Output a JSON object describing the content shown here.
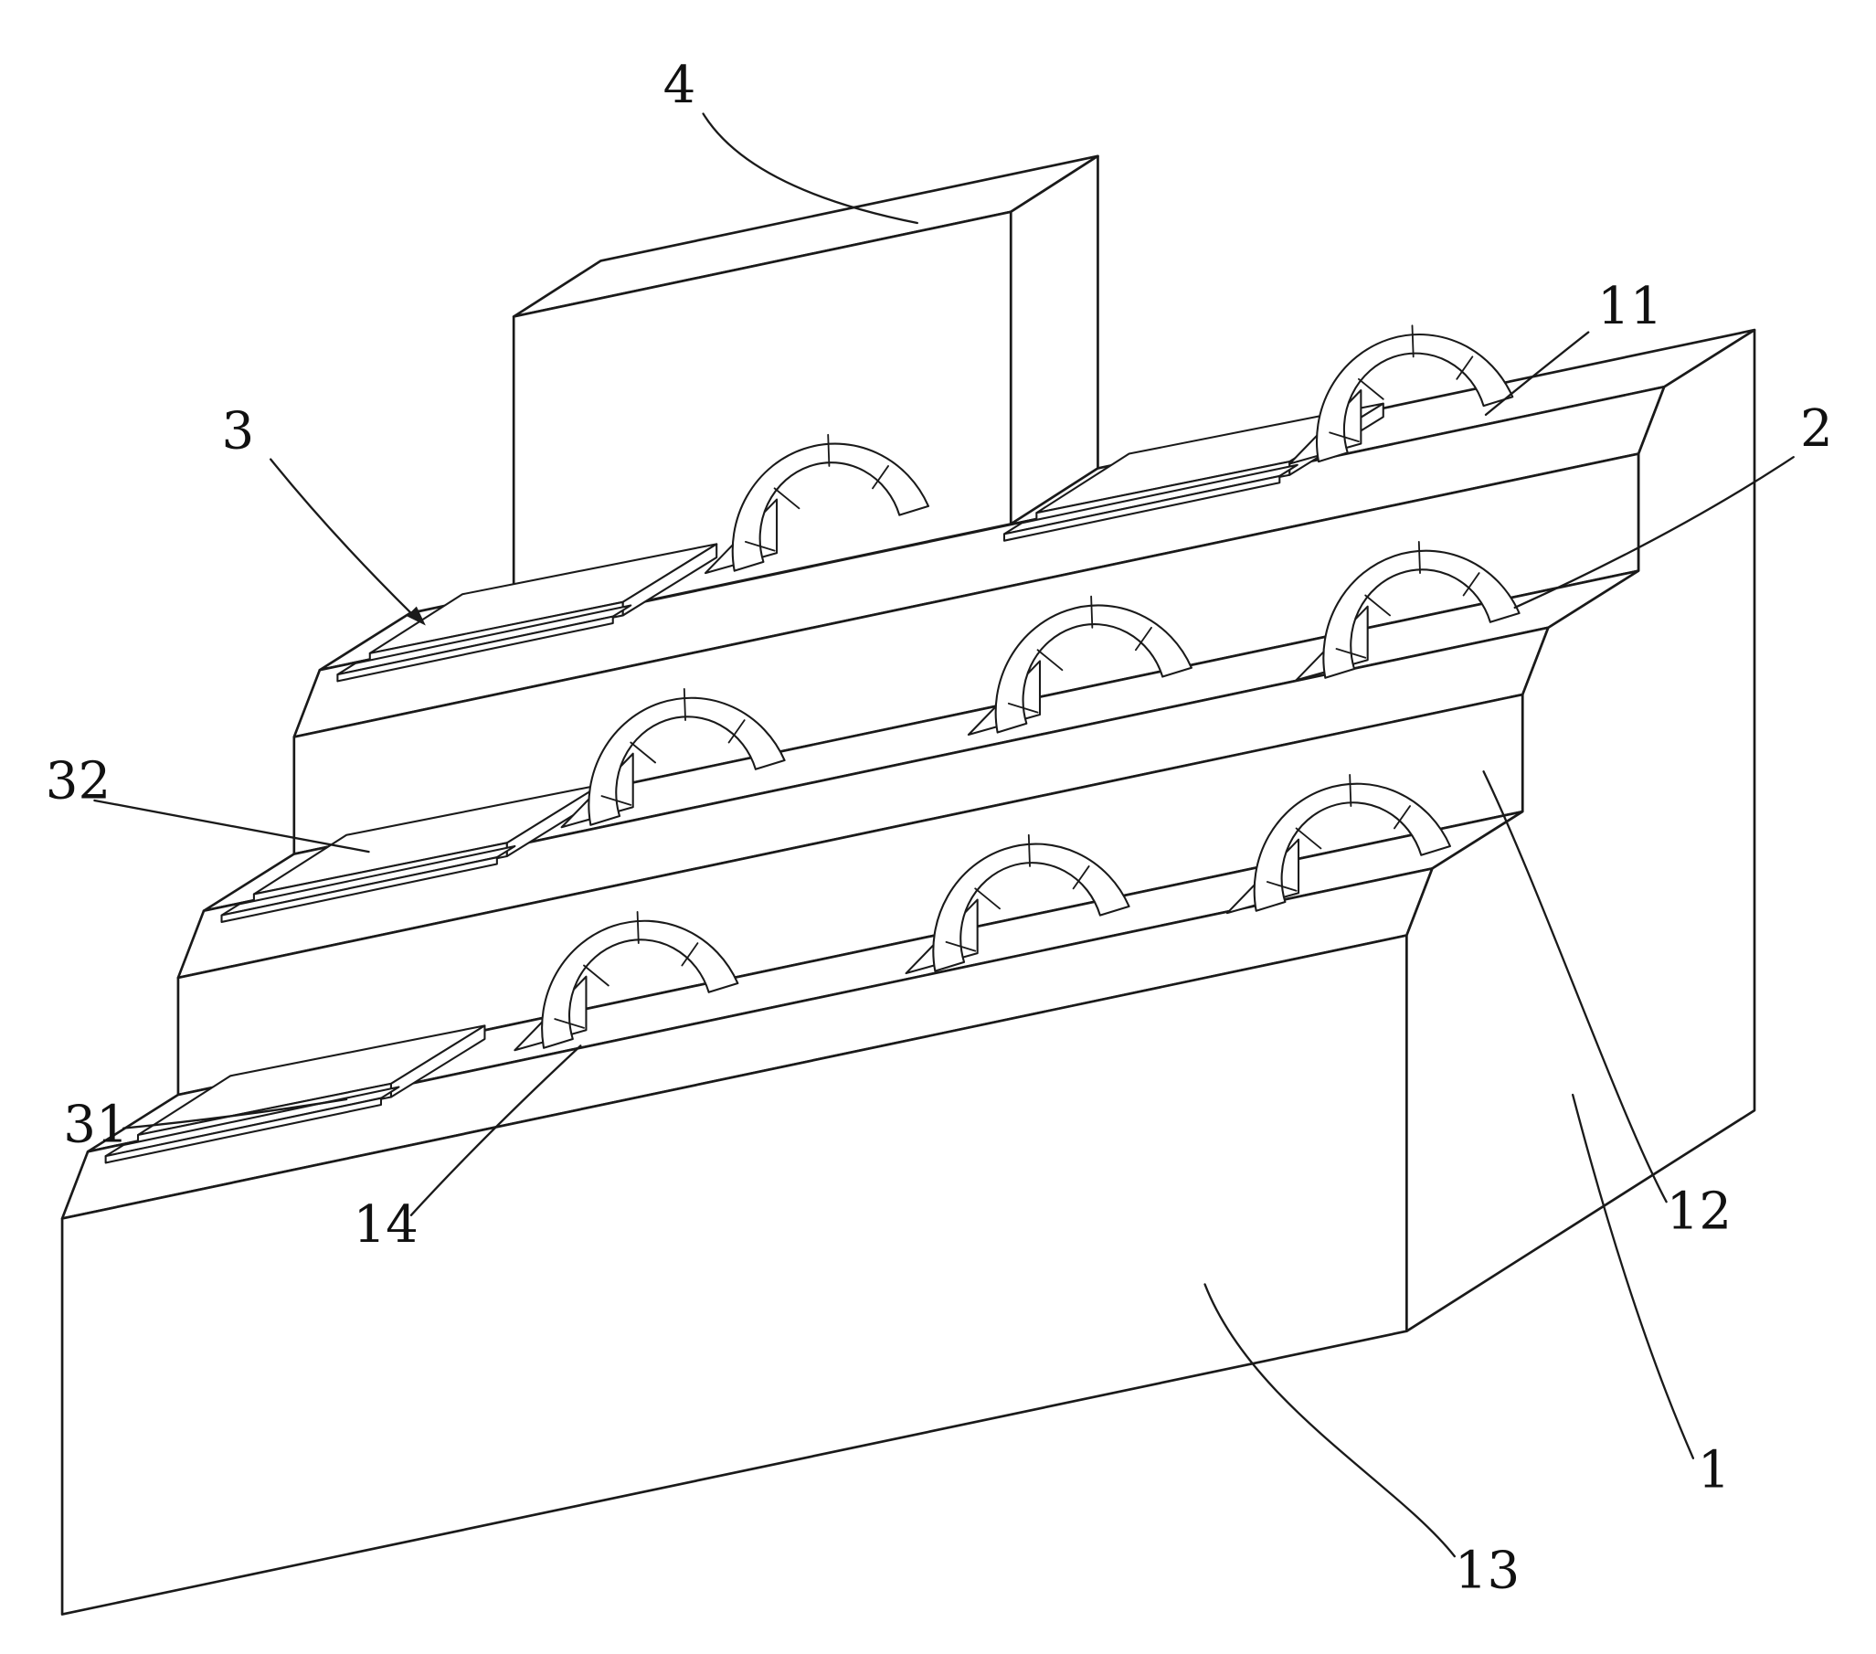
{
  "figure": {
    "kind": "patent-style isometric line drawing",
    "description": "Three-tier stepped block with arched clip elements on each step, flat plates at the left end of each step, and a rectangular block on the top step; reference numerals with leader lines.",
    "background_color": "#ffffff",
    "line_color": "#1a1a1a",
    "callouts": [
      {
        "ref": "4"
      },
      {
        "ref": "11"
      },
      {
        "ref": "3"
      },
      {
        "ref": "2"
      },
      {
        "ref": "32"
      },
      {
        "ref": "31"
      },
      {
        "ref": "12"
      },
      {
        "ref": "14"
      },
      {
        "ref": "13"
      },
      {
        "ref": "1"
      }
    ]
  }
}
